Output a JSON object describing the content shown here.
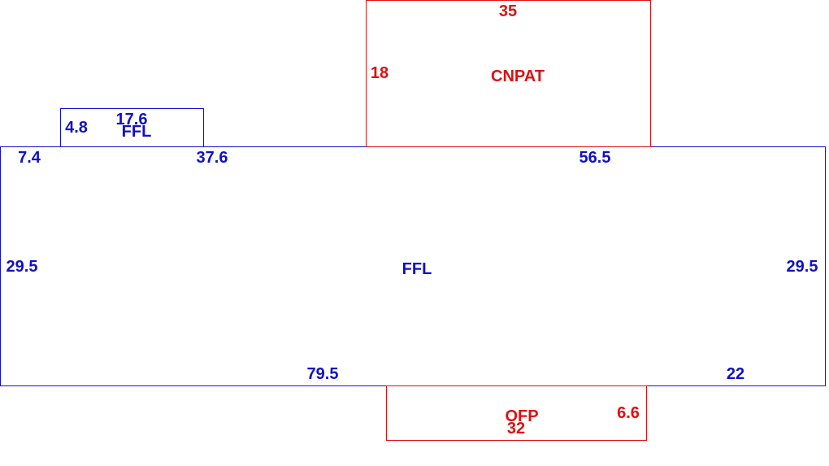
{
  "colors": {
    "blue": "#1010c8",
    "red": "#dd1010",
    "background": "#ffffff"
  },
  "main_ffl": {
    "name": "FFL",
    "dims": {
      "top_left": "7.4",
      "top_mid": "37.6",
      "top_right": "56.5",
      "left": "29.5",
      "right": "29.5",
      "bottom_left": "79.5",
      "bottom_right": "22"
    }
  },
  "small_ffl": {
    "name": "FFL",
    "dims": {
      "top": "17.6",
      "left": "4.8"
    }
  },
  "cnpat": {
    "name": "CNPAT",
    "dims": {
      "top": "35",
      "left": "18"
    }
  },
  "ofp": {
    "name": "OFP",
    "dims": {
      "bottom": "32",
      "right": "6.6"
    }
  }
}
